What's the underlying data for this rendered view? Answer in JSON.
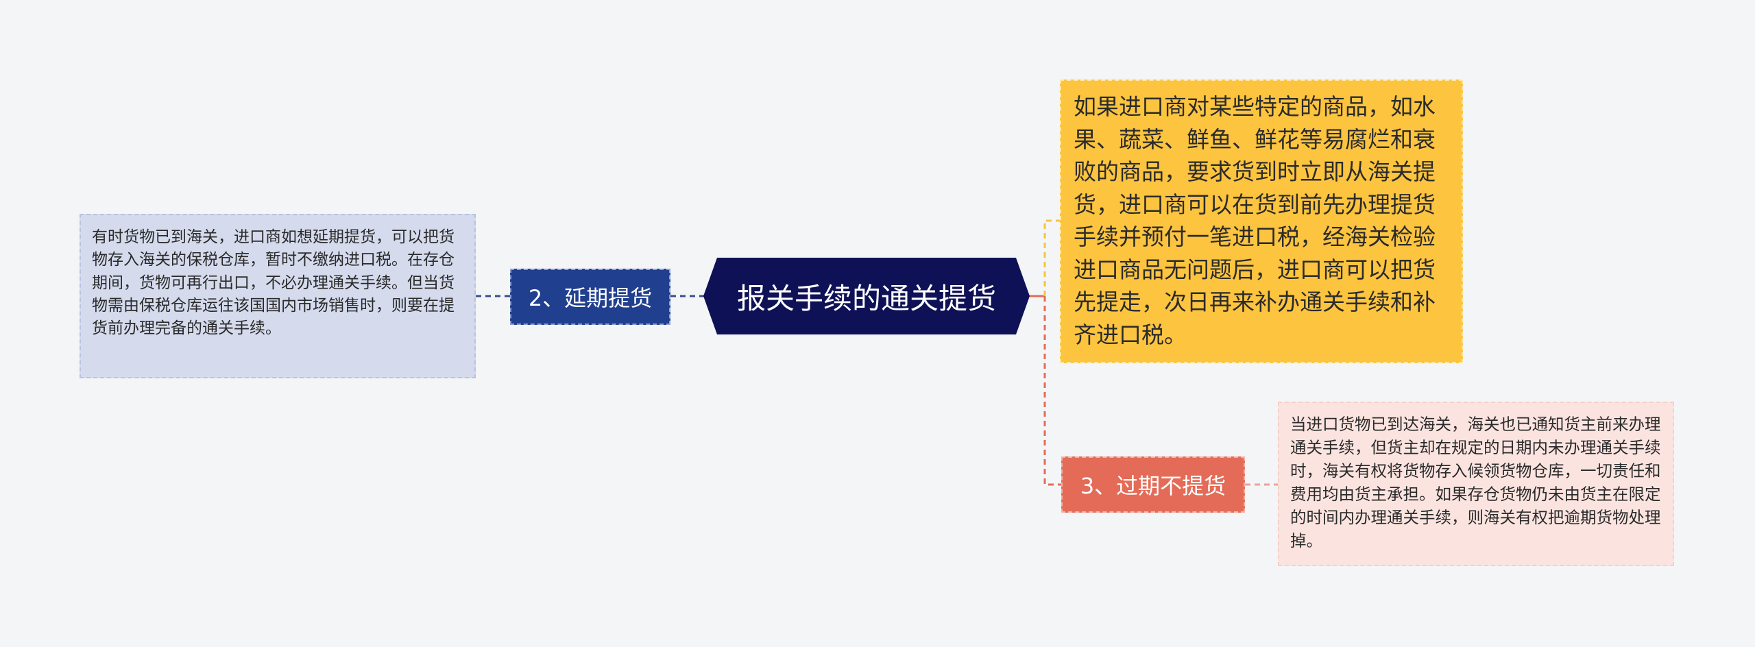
{
  "mindmap": {
    "center": {
      "label": "报关手续的通关提货",
      "color": "#0f1156"
    },
    "branch_left": {
      "label": "2、延期提货",
      "color": "#203f8e"
    },
    "branch_right": {
      "label": "3、过期不提货",
      "color": "#e46b57"
    },
    "leaf_left": {
      "text": "有时货物已到海关，进口商如想延期提货，可以把货物存入海关的保税仓库，暂时不缴纳进口税。在存仓期间，货物可再行出口，不必办理通关手续。但当货物需由保税仓库运往该国国内市场销售时，则要在提货前办理完备的通关手续。",
      "color": "#d5dbed"
    },
    "leaf_top": {
      "text": "如果进口商对某些特定的商品，如水果、蔬菜、鲜鱼、鲜花等易腐烂和衰败的商品，要求货到时立即从海关提货，进口商可以在货到前先办理提货手续并预付一笔进口税，经海关检验进口商品无问题后，进口商可以把货先提走，次日再来补办通关手续和补齐进口税。",
      "color": "#fcc43f"
    },
    "leaf_bottom": {
      "text": "当进口货物已到达海关，海关也已通知货主前来办理通关手续，但货主却在规定的日期内未办理通关手续时，海关有权将货物存入候领货物仓库，一切责任和费用均由货主承担。如果存仓货物仍未由货主在限定的时间内办理通关手续，则海关有权把逾期货物处理掉。",
      "color": "#fbe4e0"
    }
  }
}
